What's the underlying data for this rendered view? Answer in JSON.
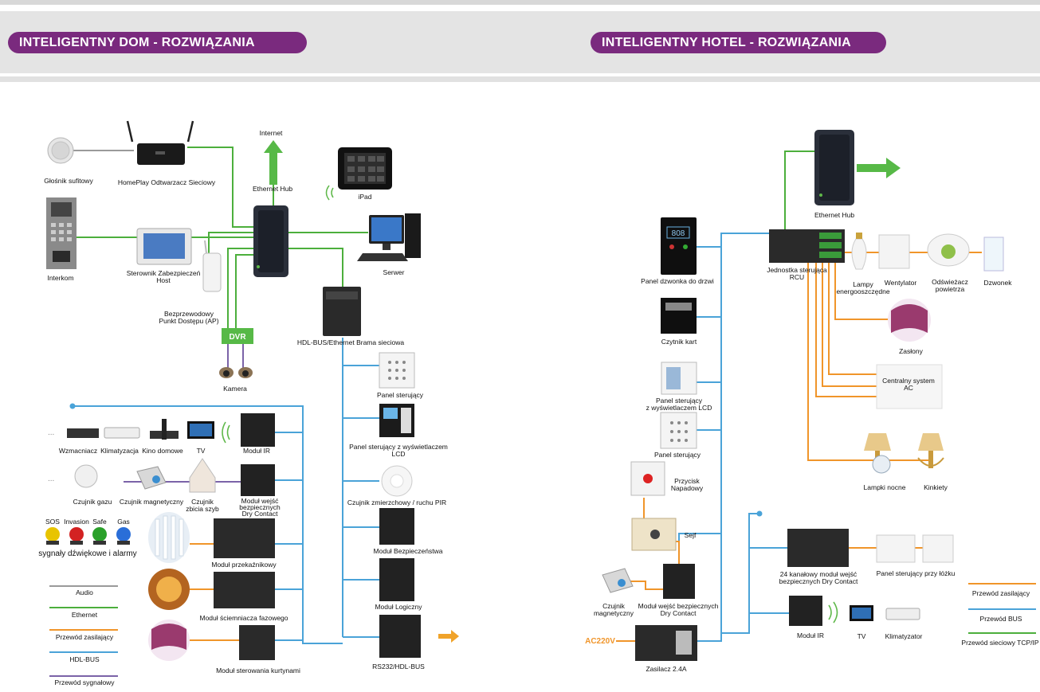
{
  "header": {
    "home_title": "INTELIGENTNY DOM - ROZWIĄZANIA",
    "hotel_title": "INTELIGENTNY HOTEL - ROZWIĄZANIA"
  },
  "colors": {
    "ethernet": "#4caf3c",
    "bus": "#4aa3d8",
    "power": "#f0952a",
    "signal": "#7b63a8",
    "audio": "#9a9a9a",
    "accent": "#7a2a7e"
  },
  "home": {
    "labels": {
      "speaker": "Głośnik sufitowy",
      "homeplay": "HomePlay Odtwarzacz Sieciowy",
      "internet": "Internet",
      "ethernet_hub": "Ethernet Hub",
      "ipad": "iPad",
      "intercom": "Interkom",
      "security_host_1": "Sterownik Zabezpieczeń",
      "security_host_2": "Host",
      "server": "Serwer",
      "ap_1": "Bezprzewodowy",
      "ap_2": "Punkt Dostępu (AP)",
      "dvr": "DVR",
      "camera": "Kamera",
      "gateway": "HDL-BUS/Ethernet Brama sieciowa",
      "control_panel": "Panel sterujący",
      "lcd_panel_1": "Panel sterujący z wyświetlaczem",
      "lcd_panel_2": "LCD",
      "pir": "Czujnik zmierzchowy / ruchu PIR",
      "security_module": "Moduł Bezpieczeństwa",
      "logic_module": "Moduł Logiczny",
      "rs232": "RS232/HDL-BUS",
      "amplifier": "Wzmacniacz",
      "air_con": "Klimatyzacja",
      "home_cinema": "Kino domowe",
      "tv": "TV",
      "ir_module": "Moduł IR",
      "gas_sensor": "Czujnik gazu",
      "magnetic_sensor": "Czujnik magnetyczny",
      "glass_sensor_1": "Czujnik",
      "glass_sensor_2": "zbicia szyb",
      "dry_contact_1": "Moduł wejść",
      "dry_contact_2": "bezpiecznych",
      "dry_contact_3": "Dry Contact",
      "sos": "SOS",
      "invasion": "Invasion",
      "safe": "Safe",
      "gas": "Gas",
      "alarms": "sygnały dźwiękowe i alarmy",
      "relay_module": "Moduł przekaźnikowy",
      "dimmer_module": "Moduł ściemniacza fazowego",
      "curtain_module": "Moduł sterowania kurtynami"
    },
    "legend": [
      {
        "label": "Audio",
        "color": "#9a9a9a"
      },
      {
        "label": "Ethernet",
        "color": "#4caf3c"
      },
      {
        "label": "Przewód zasilający",
        "color": "#f0952a"
      },
      {
        "label": "HDL-BUS",
        "color": "#4aa3d8"
      },
      {
        "label": "Przewód sygnałowy",
        "color": "#7b63a8"
      }
    ]
  },
  "hotel": {
    "labels": {
      "doorbell_display": "808",
      "doorbell_panel": "Panel dzwonka do drzwi",
      "card_reader": "Czytnik kart",
      "lcd_panel_1": "Panel sterujący",
      "lcd_panel_2": "z wyświetlaczem LCD",
      "control_panel": "Panel sterujący",
      "panic_1": "Przycisk",
      "panic_2": "Napadowy",
      "safe": "Sejf",
      "magnetic_1": "Czujnik",
      "magnetic_2": "magnetyczny",
      "dry_contact_1": "Moduł wejść bezpiecznych",
      "dry_contact_2": "Dry Contact",
      "ac220": "AC220V",
      "power_supply": "Zasilacz 2.4A",
      "ethernet_hub": "Ethernet Hub",
      "rcu_1": "Jednostka sterująca",
      "rcu_2": "RCU",
      "lamps_1": "Lampy",
      "lamps_2": "energooszczędne",
      "fan": "Wentylator",
      "freshener_1": "Odświeżacz",
      "freshener_2": "powietrza",
      "bell": "Dzwonek",
      "curtains": "Zasłony",
      "central_ac_1": "Centralny system",
      "central_ac_2": "AC",
      "night_lamps": "Lampki nocne",
      "sconces": "Kinkiety",
      "dry24_1": "24 kanałowy moduł wejść",
      "dry24_2": "bezpiecznych Dry Contact",
      "bedside_panel": "Panel sterujący przy łóżku",
      "ir_module": "Moduł IR",
      "tv": "TV",
      "air_con": "Klimatyzator"
    },
    "legend": [
      {
        "label": "Przewód zasilający",
        "color": "#f0952a"
      },
      {
        "label": "Przewód BUS",
        "color": "#4aa3d8"
      },
      {
        "label": "Przewód sieciowy TCP/IP",
        "color": "#4caf3c"
      }
    ]
  }
}
